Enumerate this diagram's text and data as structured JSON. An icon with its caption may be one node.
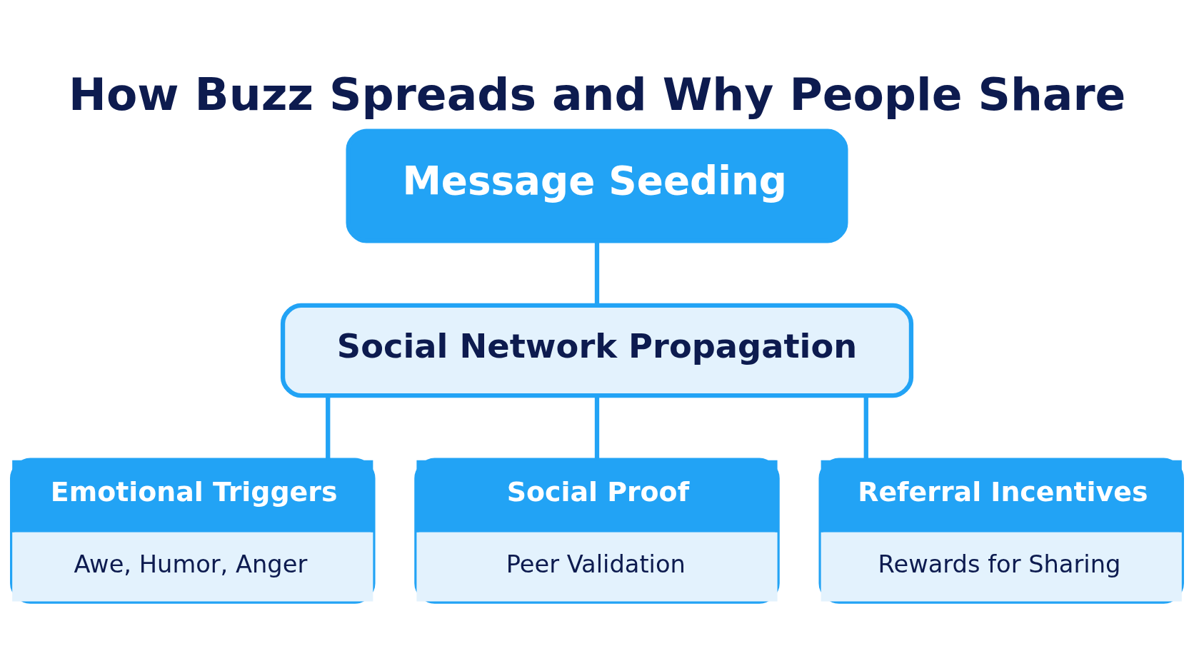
{
  "diagram": {
    "title": "How Buzz Spreads and Why People Share",
    "nodes": [
      {
        "text": [
          "Message Seeding"
        ]
      },
      {
        "text": [
          "Social Network Propagation"
        ]
      },
      {
        "text": [
          "Emotional Triggers",
          "Awe, Humor, Anger"
        ]
      },
      {
        "text": [
          "Social Proof",
          "Peer Validation"
        ]
      },
      {
        "text": [
          "Referral Incentives",
          "Rewards for Sharing"
        ]
      }
    ],
    "edges": [
      {
        "from": 0,
        "to": 1,
        "arrow": "none"
      },
      {
        "from": 1,
        "to": 2,
        "arrow": "none"
      },
      {
        "from": 1,
        "to": 3,
        "arrow": "none"
      },
      {
        "from": 1,
        "to": 4,
        "arrow": "none"
      }
    ]
  }
}
